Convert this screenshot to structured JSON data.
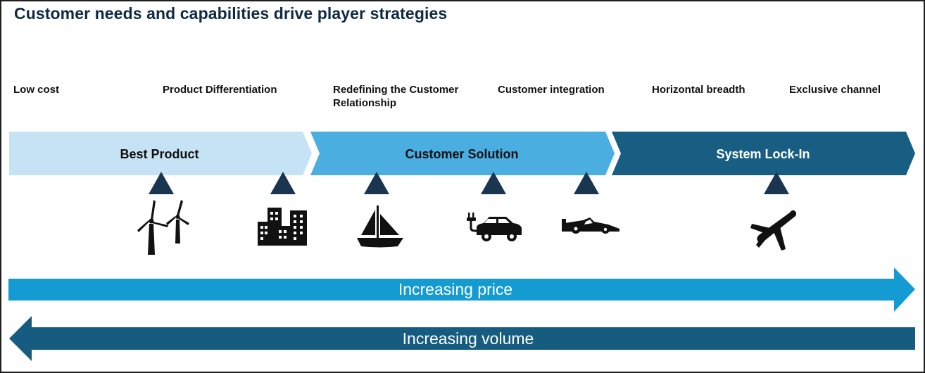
{
  "title": "Customer needs and capabilities drive player strategies",
  "strategies": [
    {
      "label": "Low cost"
    },
    {
      "label": "Product Differentiation"
    },
    {
      "label": "Redefining the Customer Relationship"
    },
    {
      "label": "Customer integration"
    },
    {
      "label": "Horizontal breadth"
    },
    {
      "label": "Exclusive channel"
    }
  ],
  "chevrons": [
    {
      "label": "Best Product",
      "color": "#c5e3f4",
      "text_color": "#111111"
    },
    {
      "label": "Customer Solution",
      "color": "#4aaee0",
      "text_color": "#111111"
    },
    {
      "label": "System Lock-In",
      "color": "#175e82",
      "text_color": "#ffffff"
    }
  ],
  "markers": [
    {
      "icon": "wind-turbine-icon"
    },
    {
      "icon": "buildings-icon"
    },
    {
      "icon": "sailboat-icon"
    },
    {
      "icon": "electric-car-icon"
    },
    {
      "icon": "race-car-icon"
    },
    {
      "icon": "airplane-icon"
    }
  ],
  "marker_color": "#1a3550",
  "arrows": [
    {
      "label": "Increasing price",
      "direction": "right",
      "color": "#149bd2"
    },
    {
      "label": "Increasing volume",
      "direction": "left",
      "color": "#155c80"
    }
  ]
}
